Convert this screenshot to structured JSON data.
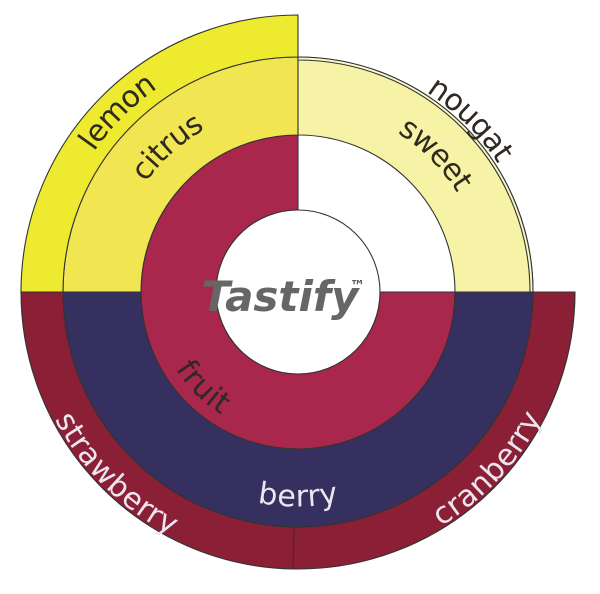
{
  "center": {
    "brand": "Tastify",
    "trademark": "™"
  },
  "palette": {
    "fruit": "#A9264C",
    "citrus": "#F2E552",
    "lemon": "#EEEA30",
    "sweet": "#F7F3A6",
    "nougat": "#FBF8CA",
    "berry": "#363060",
    "berry_outer": "#8A1F35",
    "dark_text": "#2E2A1E",
    "light_text": "#EDE5F0"
  },
  "rings": {
    "inner": [
      {
        "label": "fruit",
        "start": 90,
        "end": 360,
        "color": "#A9264C",
        "text_color": "#2E2A1E"
      }
    ],
    "middle": [
      {
        "label": "citrus",
        "start": 270,
        "end": 360,
        "color": "#F2E552",
        "text_color": "#2E2A1E"
      },
      {
        "label": "sweet",
        "start": 0,
        "end": 90,
        "color": "#F7F3A6",
        "text_color": "#2E2A1E"
      },
      {
        "label": "berry",
        "start": 90,
        "end": 270,
        "color": "#363060",
        "text_color": "#EDE5F0"
      }
    ],
    "outer": [
      {
        "label": "lemon",
        "start": 270,
        "end": 360,
        "color": "#EEEA30",
        "text_color": "#2E2A1E"
      },
      {
        "label": "nougat",
        "start": 0,
        "end": 90,
        "color": "#FBF8CA",
        "text_color": "#2E2A1E"
      },
      {
        "label": "cranberry",
        "start": 90,
        "end": 181,
        "color": "#8A1F35",
        "text_color": "#EDE5F0"
      },
      {
        "label": "strawberry",
        "start": 181,
        "end": 270,
        "color": "#8A1F35",
        "text_color": "#EDE5F0"
      }
    ]
  }
}
